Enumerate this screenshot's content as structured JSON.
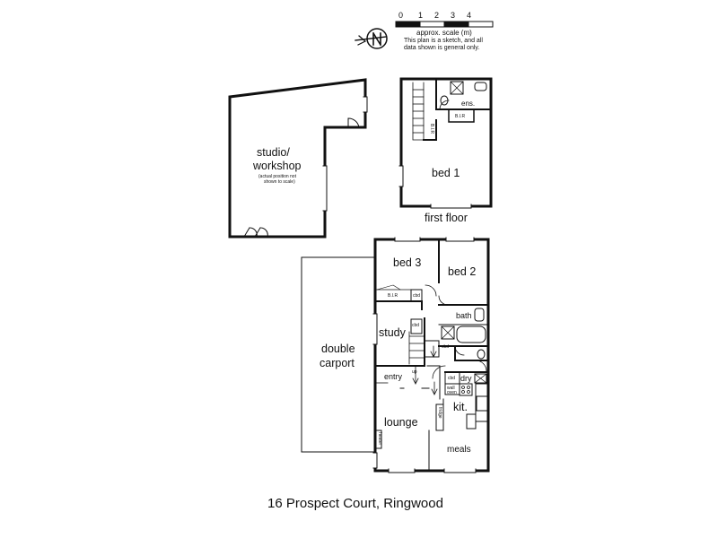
{
  "scale": {
    "ticks": [
      "0",
      "1",
      "2",
      "3",
      "4"
    ],
    "label": "approx. scale (m)",
    "note_line1": "This plan is a sketch, and all",
    "note_line2": "data shown is general only."
  },
  "compass": {
    "letter": "N",
    "icon": "north-compass-icon"
  },
  "studio": {
    "name_line1": "studio/",
    "name_line2": "workshop",
    "note_line1": "(actual position not",
    "note_line2": "shown to scale)"
  },
  "first_floor": {
    "title": "first floor",
    "rooms": {
      "bed1": "bed 1",
      "ens": "ens.",
      "bir": "B.I.R",
      "robe": "B.I.R"
    }
  },
  "ground_floor": {
    "rooms": {
      "bed3": "bed 3",
      "bed2": "bed 2",
      "bir": "B.I.R",
      "cbd1": "cbd",
      "cbd2": "cbd",
      "cbd3": "cbd",
      "cbd4": "cbd",
      "bath": "bath",
      "study": "study",
      "carport_line1": "double",
      "carport_line2": "carport",
      "entry": "entry",
      "up": "up",
      "dry": "dry",
      "wall_oven": "wall oven",
      "kit": "kit.",
      "fridge": "fridge",
      "lounge": "lounge",
      "heater": "heater",
      "meals": "meals"
    }
  },
  "caption": "16 Prospect Court, Ringwood"
}
